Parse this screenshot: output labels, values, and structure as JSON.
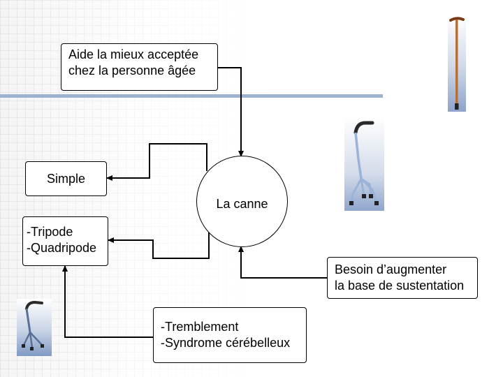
{
  "boxes": {
    "top": {
      "lines": [
        "Aide la mieux acceptée",
        "chez la personne âgée"
      ]
    },
    "simple": {
      "lines": [
        "Simple"
      ]
    },
    "tripode": {
      "lines": [
        "-Tripode",
        "-Quadripode"
      ]
    },
    "besoin": {
      "lines": [
        "Besoin d’augmenter",
        "la base de sustentation"
      ]
    },
    "tremblement": {
      "lines": [
        "-Tremblement",
        "-Syndrome cérébelleux"
      ]
    }
  },
  "center": {
    "label": "La canne"
  },
  "images": {
    "simple_cane": "simple-cane-photo",
    "quad_cane": "quad-cane-photo",
    "tripod_cane": "tripod-cane-photo"
  }
}
